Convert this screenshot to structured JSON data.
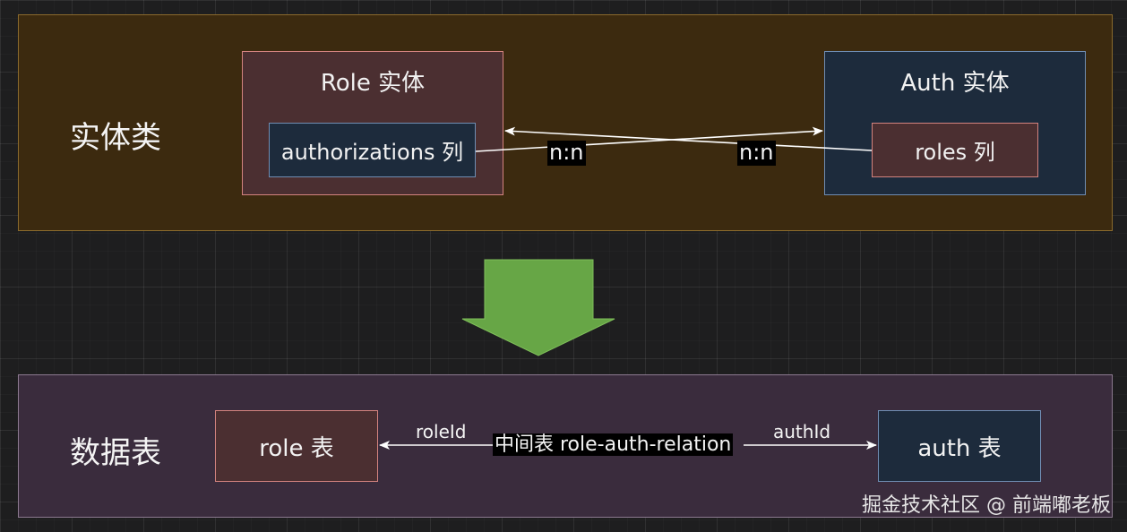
{
  "entity_section": {
    "label": "实体类",
    "role_entity": {
      "title": "Role 实体",
      "field": "authorizations 列"
    },
    "auth_entity": {
      "title": "Auth 实体",
      "field": "roles 列"
    },
    "relation_left_label": "n:n",
    "relation_right_label": "n:n"
  },
  "table_section": {
    "label": "数据表",
    "role_table": "role 表",
    "auth_table": "auth 表",
    "junction_label": "中间表 role-auth-relation",
    "left_key": "roleId",
    "right_key": "authId"
  },
  "watermark": "掘金技术社区 @ 前端嘟老板",
  "colors": {
    "top_panel_fill": "#3c2a0f",
    "bottom_panel_fill": "#3a2c3d",
    "red_box_fill": "#4b2f31",
    "red_box_stroke": "#d3837f",
    "blue_box_fill": "#1d2b3c",
    "blue_box_stroke": "#6f8db3",
    "down_arrow": "#67a646"
  },
  "icons": {
    "transform_arrow": "down-arrow-icon"
  }
}
